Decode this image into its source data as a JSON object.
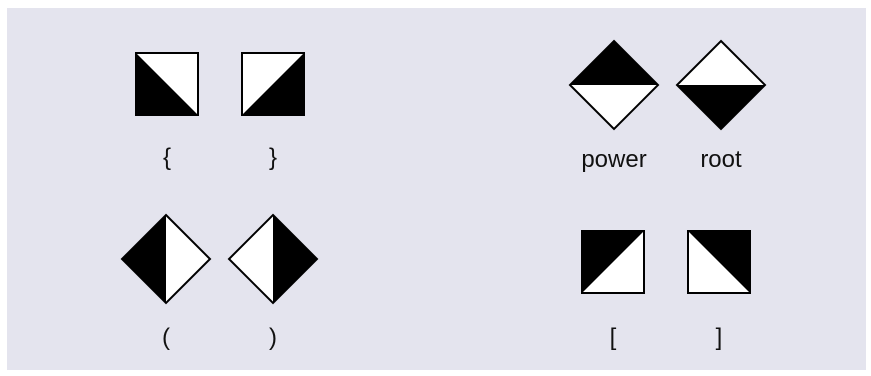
{
  "colors": {
    "background": "#e4e4ee",
    "fill": "#000000",
    "blank": "#ffffff",
    "stroke": "#000000"
  },
  "figure": {
    "top_left": {
      "items": [
        {
          "shape": "square",
          "filled_half": "bottom-left",
          "label": "{"
        },
        {
          "shape": "square",
          "filled_half": "bottom-right",
          "label": "}"
        }
      ]
    },
    "bottom_left": {
      "items": [
        {
          "shape": "diamond",
          "filled_half": "left",
          "label": "("
        },
        {
          "shape": "diamond",
          "filled_half": "right",
          "label": ")"
        }
      ]
    },
    "top_right": {
      "items": [
        {
          "shape": "diamond",
          "filled_half": "top",
          "label": "power"
        },
        {
          "shape": "diamond",
          "filled_half": "bottom",
          "label": "root"
        }
      ]
    },
    "bottom_right": {
      "items": [
        {
          "shape": "square",
          "filled_half": "top-left",
          "label": "["
        },
        {
          "shape": "square",
          "filled_half": "top-right",
          "label": "]"
        }
      ]
    }
  }
}
